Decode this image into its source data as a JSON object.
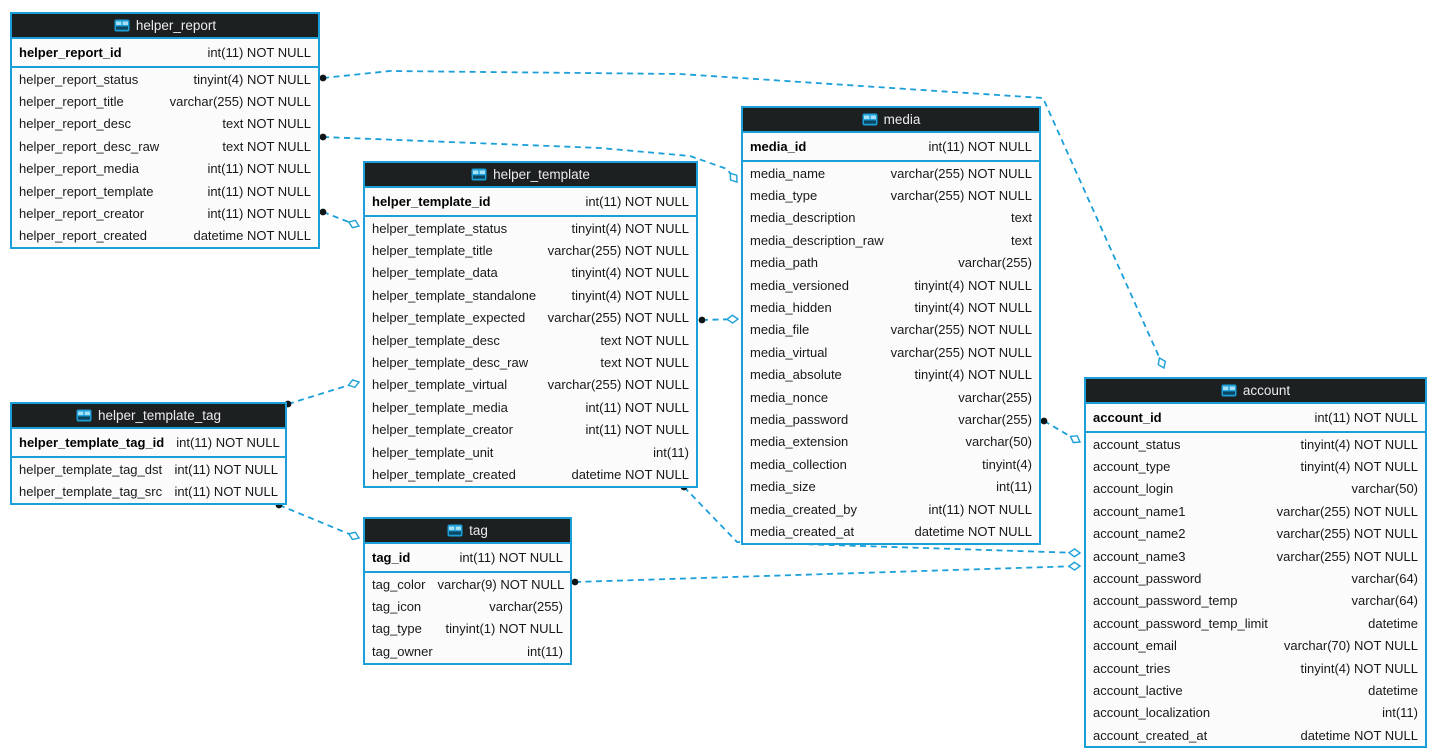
{
  "diagram": {
    "kind": "database-eer-diagram",
    "colors": {
      "accent_blue": "#1a9fd9",
      "header_bg": "#1c2021",
      "header_text": "#ececec",
      "row_bg": "#fbfbfb",
      "row_text": "#181818",
      "canvas_bg": "#ffffff",
      "connector_dot": "#101517"
    },
    "icons": {
      "table_header": "table-icon"
    }
  },
  "tables": [
    {
      "id": "helper_report",
      "title": "helper_report",
      "pk": {
        "name": "helper_report_id",
        "type": "int(11) NOT NULL"
      },
      "fields": [
        {
          "name": "helper_report_status",
          "type": "tinyint(4) NOT NULL"
        },
        {
          "name": "helper_report_title",
          "type": "varchar(255) NOT NULL"
        },
        {
          "name": "helper_report_desc",
          "type": "text NOT NULL"
        },
        {
          "name": "helper_report_desc_raw",
          "type": "text NOT NULL"
        },
        {
          "name": "helper_report_media",
          "type": "int(11) NOT NULL"
        },
        {
          "name": "helper_report_template",
          "type": "int(11) NOT NULL"
        },
        {
          "name": "helper_report_creator",
          "type": "int(11) NOT NULL"
        },
        {
          "name": "helper_report_created",
          "type": "datetime NOT NULL"
        }
      ]
    },
    {
      "id": "helper_template",
      "title": "helper_template",
      "pk": {
        "name": "helper_template_id",
        "type": "int(11) NOT NULL"
      },
      "fields": [
        {
          "name": "helper_template_status",
          "type": "tinyint(4) NOT NULL"
        },
        {
          "name": "helper_template_title",
          "type": "varchar(255) NOT NULL"
        },
        {
          "name": "helper_template_data",
          "type": "tinyint(4) NOT NULL"
        },
        {
          "name": "helper_template_standalone",
          "type": "tinyint(4) NOT NULL"
        },
        {
          "name": "helper_template_expected",
          "type": "varchar(255) NOT NULL"
        },
        {
          "name": "helper_template_desc",
          "type": "text NOT NULL"
        },
        {
          "name": "helper_template_desc_raw",
          "type": "text NOT NULL"
        },
        {
          "name": "helper_template_virtual",
          "type": "varchar(255) NOT NULL"
        },
        {
          "name": "helper_template_media",
          "type": "int(11) NOT NULL"
        },
        {
          "name": "helper_template_creator",
          "type": "int(11) NOT NULL"
        },
        {
          "name": "helper_template_unit",
          "type": "int(11)"
        },
        {
          "name": "helper_template_created",
          "type": "datetime NOT NULL"
        }
      ]
    },
    {
      "id": "media",
      "title": "media",
      "pk": {
        "name": "media_id",
        "type": "int(11) NOT NULL"
      },
      "fields": [
        {
          "name": "media_name",
          "type": "varchar(255) NOT NULL"
        },
        {
          "name": "media_type",
          "type": "varchar(255) NOT NULL"
        },
        {
          "name": "media_description",
          "type": "text"
        },
        {
          "name": "media_description_raw",
          "type": "text"
        },
        {
          "name": "media_path",
          "type": "varchar(255)"
        },
        {
          "name": "media_versioned",
          "type": "tinyint(4) NOT NULL"
        },
        {
          "name": "media_hidden",
          "type": "tinyint(4) NOT NULL"
        },
        {
          "name": "media_file",
          "type": "varchar(255) NOT NULL"
        },
        {
          "name": "media_virtual",
          "type": "varchar(255) NOT NULL"
        },
        {
          "name": "media_absolute",
          "type": "tinyint(4) NOT NULL"
        },
        {
          "name": "media_nonce",
          "type": "varchar(255)"
        },
        {
          "name": "media_password",
          "type": "varchar(255)"
        },
        {
          "name": "media_extension",
          "type": "varchar(50)"
        },
        {
          "name": "media_collection",
          "type": "tinyint(4)"
        },
        {
          "name": "media_size",
          "type": "int(11)"
        },
        {
          "name": "media_created_by",
          "type": "int(11) NOT NULL"
        },
        {
          "name": "media_created_at",
          "type": "datetime NOT NULL"
        }
      ]
    },
    {
      "id": "helper_template_tag",
      "title": "helper_template_tag",
      "pk": {
        "name": "helper_template_tag_id",
        "type": "int(11) NOT NULL"
      },
      "fields": [
        {
          "name": "helper_template_tag_dst",
          "type": "int(11) NOT NULL"
        },
        {
          "name": "helper_template_tag_src",
          "type": "int(11) NOT NULL"
        }
      ]
    },
    {
      "id": "tag",
      "title": "tag",
      "pk": {
        "name": "tag_id",
        "type": "int(11) NOT NULL"
      },
      "fields": [
        {
          "name": "tag_color",
          "type": "varchar(9) NOT NULL"
        },
        {
          "name": "tag_icon",
          "type": "varchar(255)"
        },
        {
          "name": "tag_type",
          "type": "tinyint(1) NOT NULL"
        },
        {
          "name": "tag_owner",
          "type": "int(11)"
        }
      ]
    },
    {
      "id": "account",
      "title": "account",
      "pk": {
        "name": "account_id",
        "type": "int(11) NOT NULL"
      },
      "fields": [
        {
          "name": "account_status",
          "type": "tinyint(4) NOT NULL"
        },
        {
          "name": "account_type",
          "type": "tinyint(4) NOT NULL"
        },
        {
          "name": "account_login",
          "type": "varchar(50)"
        },
        {
          "name": "account_name1",
          "type": "varchar(255) NOT NULL"
        },
        {
          "name": "account_name2",
          "type": "varchar(255) NOT NULL"
        },
        {
          "name": "account_name3",
          "type": "varchar(255) NOT NULL"
        },
        {
          "name": "account_password",
          "type": "varchar(64)"
        },
        {
          "name": "account_password_temp",
          "type": "varchar(64)"
        },
        {
          "name": "account_password_temp_limit",
          "type": "datetime"
        },
        {
          "name": "account_email",
          "type": "varchar(70) NOT NULL"
        },
        {
          "name": "account_tries",
          "type": "tinyint(4) NOT NULL"
        },
        {
          "name": "account_lactive",
          "type": "datetime"
        },
        {
          "name": "account_localization",
          "type": "int(11)"
        },
        {
          "name": "account_created_at",
          "type": "datetime NOT NULL"
        }
      ]
    }
  ],
  "relationships": [
    {
      "from": "helper_report",
      "to": "account"
    },
    {
      "from": "helper_report",
      "to": "media"
    },
    {
      "from": "helper_report",
      "to": "helper_template"
    },
    {
      "from": "helper_template",
      "to": "media"
    },
    {
      "from": "helper_template_tag",
      "to": "helper_template"
    },
    {
      "from": "helper_template_tag",
      "to": "tag"
    },
    {
      "from": "helper_template",
      "to": "account"
    },
    {
      "from": "tag",
      "to": "account"
    },
    {
      "from": "media",
      "to": "account"
    }
  ]
}
